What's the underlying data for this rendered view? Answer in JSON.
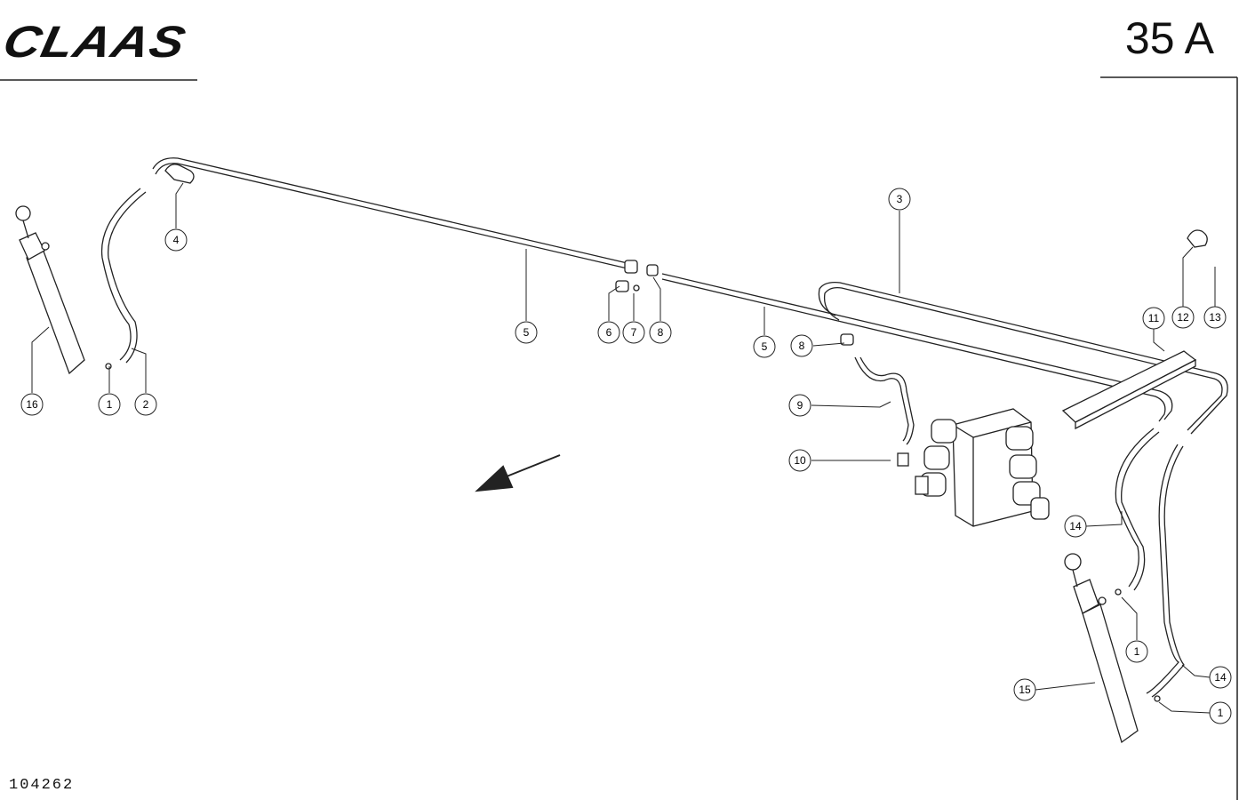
{
  "header": {
    "brand": "CLAAS",
    "sheet": "35 A"
  },
  "footer": {
    "doc_number": "104262"
  },
  "callouts": [
    {
      "id": "c16",
      "label": "16"
    },
    {
      "id": "c1a",
      "label": "1"
    },
    {
      "id": "c2",
      "label": "2"
    },
    {
      "id": "c4",
      "label": "4"
    },
    {
      "id": "c5a",
      "label": "5"
    },
    {
      "id": "c6",
      "label": "6"
    },
    {
      "id": "c7",
      "label": "7"
    },
    {
      "id": "c8a",
      "label": "8"
    },
    {
      "id": "c5b",
      "label": "5"
    },
    {
      "id": "c8b",
      "label": "8"
    },
    {
      "id": "c3",
      "label": "3"
    },
    {
      "id": "c9",
      "label": "9"
    },
    {
      "id": "c10",
      "label": "10"
    },
    {
      "id": "c11",
      "label": "11"
    },
    {
      "id": "c12",
      "label": "12"
    },
    {
      "id": "c13",
      "label": "13"
    },
    {
      "id": "c14a",
      "label": "14"
    },
    {
      "id": "c1b",
      "label": "1"
    },
    {
      "id": "c15",
      "label": "15"
    },
    {
      "id": "c14b",
      "label": "14"
    },
    {
      "id": "c1c",
      "label": "1"
    }
  ]
}
